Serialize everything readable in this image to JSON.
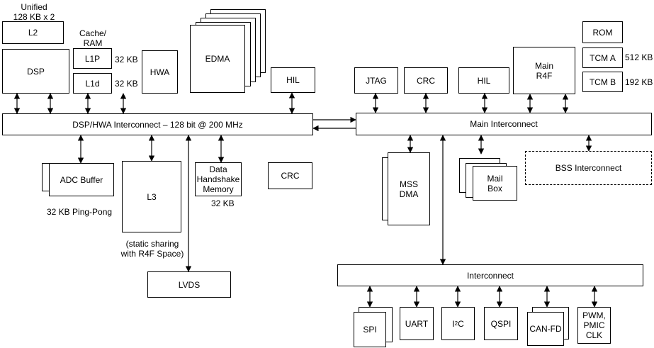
{
  "blocks": {
    "l2": "L2",
    "dsp": "DSP",
    "l1p": "L1P",
    "l1d": "L1d",
    "hwa": "HWA",
    "edma": "EDMA",
    "hil_dsp": "HIL",
    "jtag": "JTAG",
    "crc_main": "CRC",
    "hil_main": "HIL",
    "main_r4f": "Main\nR4F",
    "rom": "ROM",
    "tcm_a": "TCM A",
    "tcm_b": "TCM B",
    "dsp_bus": "DSP/HWA Interconnect – 128 bit @ 200 MHz",
    "main_bus": "Main Interconnect",
    "adc_buffer": "ADC Buffer",
    "l3": "L3",
    "dhm": "Data\nHandshake\nMemory",
    "crc_dsp": "CRC",
    "mss_dma": "MSS\nDMA",
    "mailbox": "Mail\nBox",
    "bss_bus": "BSS Interconnect",
    "lvds": "LVDS",
    "periph_bus": "Interconnect",
    "spi": "SPI",
    "uart": "UART",
    "i2c_main": "I",
    "i2c_sup": "2",
    "i2c_end": "C",
    "qspi": "QSPI",
    "canfd": "CAN-FD",
    "pwm": "PWM,\nPMIC\nCLK"
  },
  "labels": {
    "unified": "Unified\n128 KB x 2",
    "cache_ram": "Cache/\nRAM",
    "l1p_size": "32 KB",
    "l1d_size": "32 KB",
    "tcma_size": "512 KB",
    "tcmb_size": "192 KB",
    "adc_note": "32 KB Ping-Pong",
    "l3_note": "(static sharing\nwith R4F Space)",
    "dhm_size": "32 KB"
  },
  "colors": {
    "line": "#000000",
    "fill": "#ffffff"
  }
}
